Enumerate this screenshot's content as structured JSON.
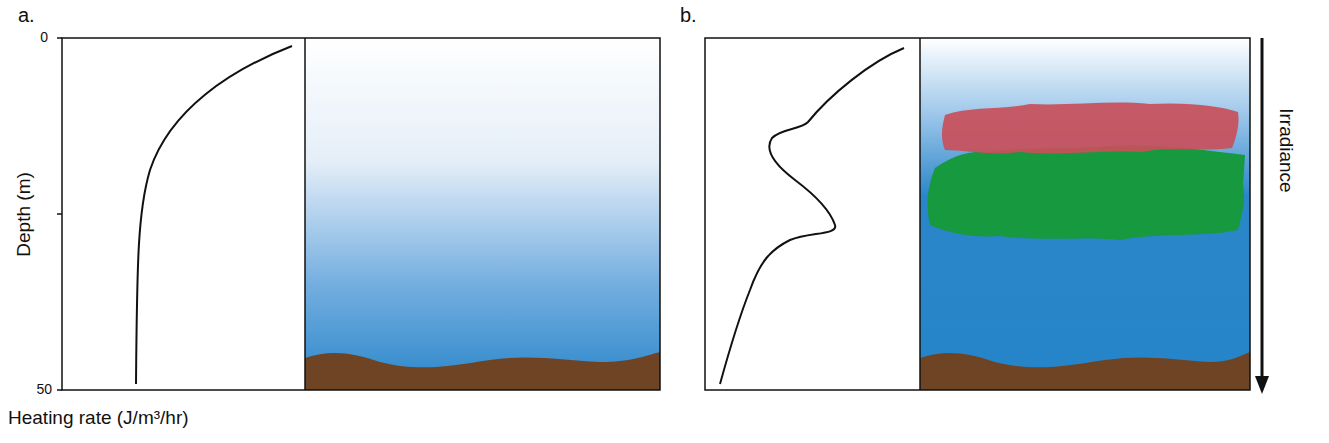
{
  "diagram": {
    "labels": [
      "a.",
      "b.",
      "0",
      "50",
      "Depth (m)",
      "Heating rate (J/m³/hr)",
      "Irradiance"
    ]
  }
}
